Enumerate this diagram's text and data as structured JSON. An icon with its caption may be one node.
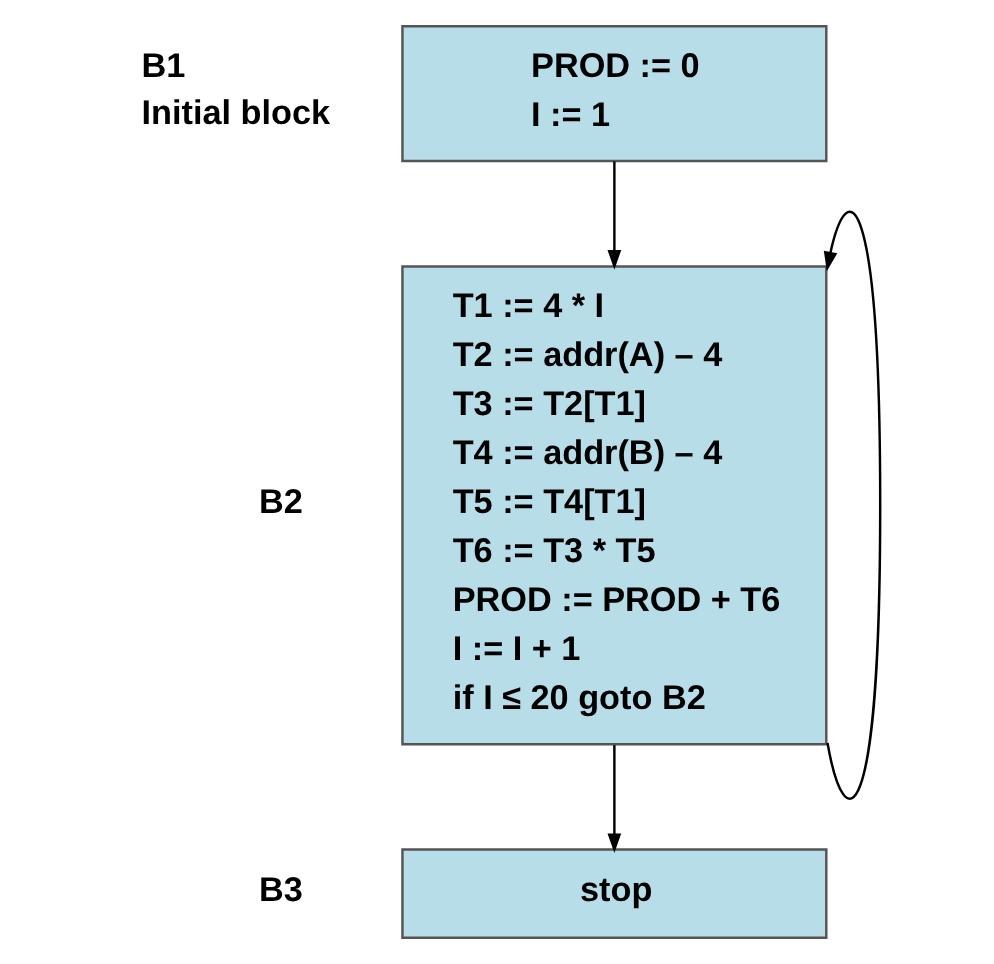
{
  "diagram": {
    "nodes": [
      {
        "text": [
          "PROD := 0",
          "I := 1"
        ],
        "beside": [
          "B1",
          "Initial block"
        ]
      },
      {
        "text": [
          "T1 := 4 * I",
          "T2 := addr(A) – 4",
          "T3 := T2[T1]",
          "T4 := addr(B) – 4",
          "T5 := T4[T1]",
          "T6 := T3 * T5",
          "PROD := PROD + T6",
          "I := I + 1",
          "if I ≤ 20 goto B2"
        ],
        "beside": [
          "B2"
        ]
      },
      {
        "text": [
          "stop"
        ],
        "beside": [
          "B3"
        ]
      }
    ],
    "edges": [
      {
        "from": 0,
        "to": 1,
        "arrow": "to"
      },
      {
        "from": 1,
        "to": 1,
        "arrow": "to"
      },
      {
        "from": 1,
        "to": 2,
        "arrow": "to"
      }
    ]
  }
}
